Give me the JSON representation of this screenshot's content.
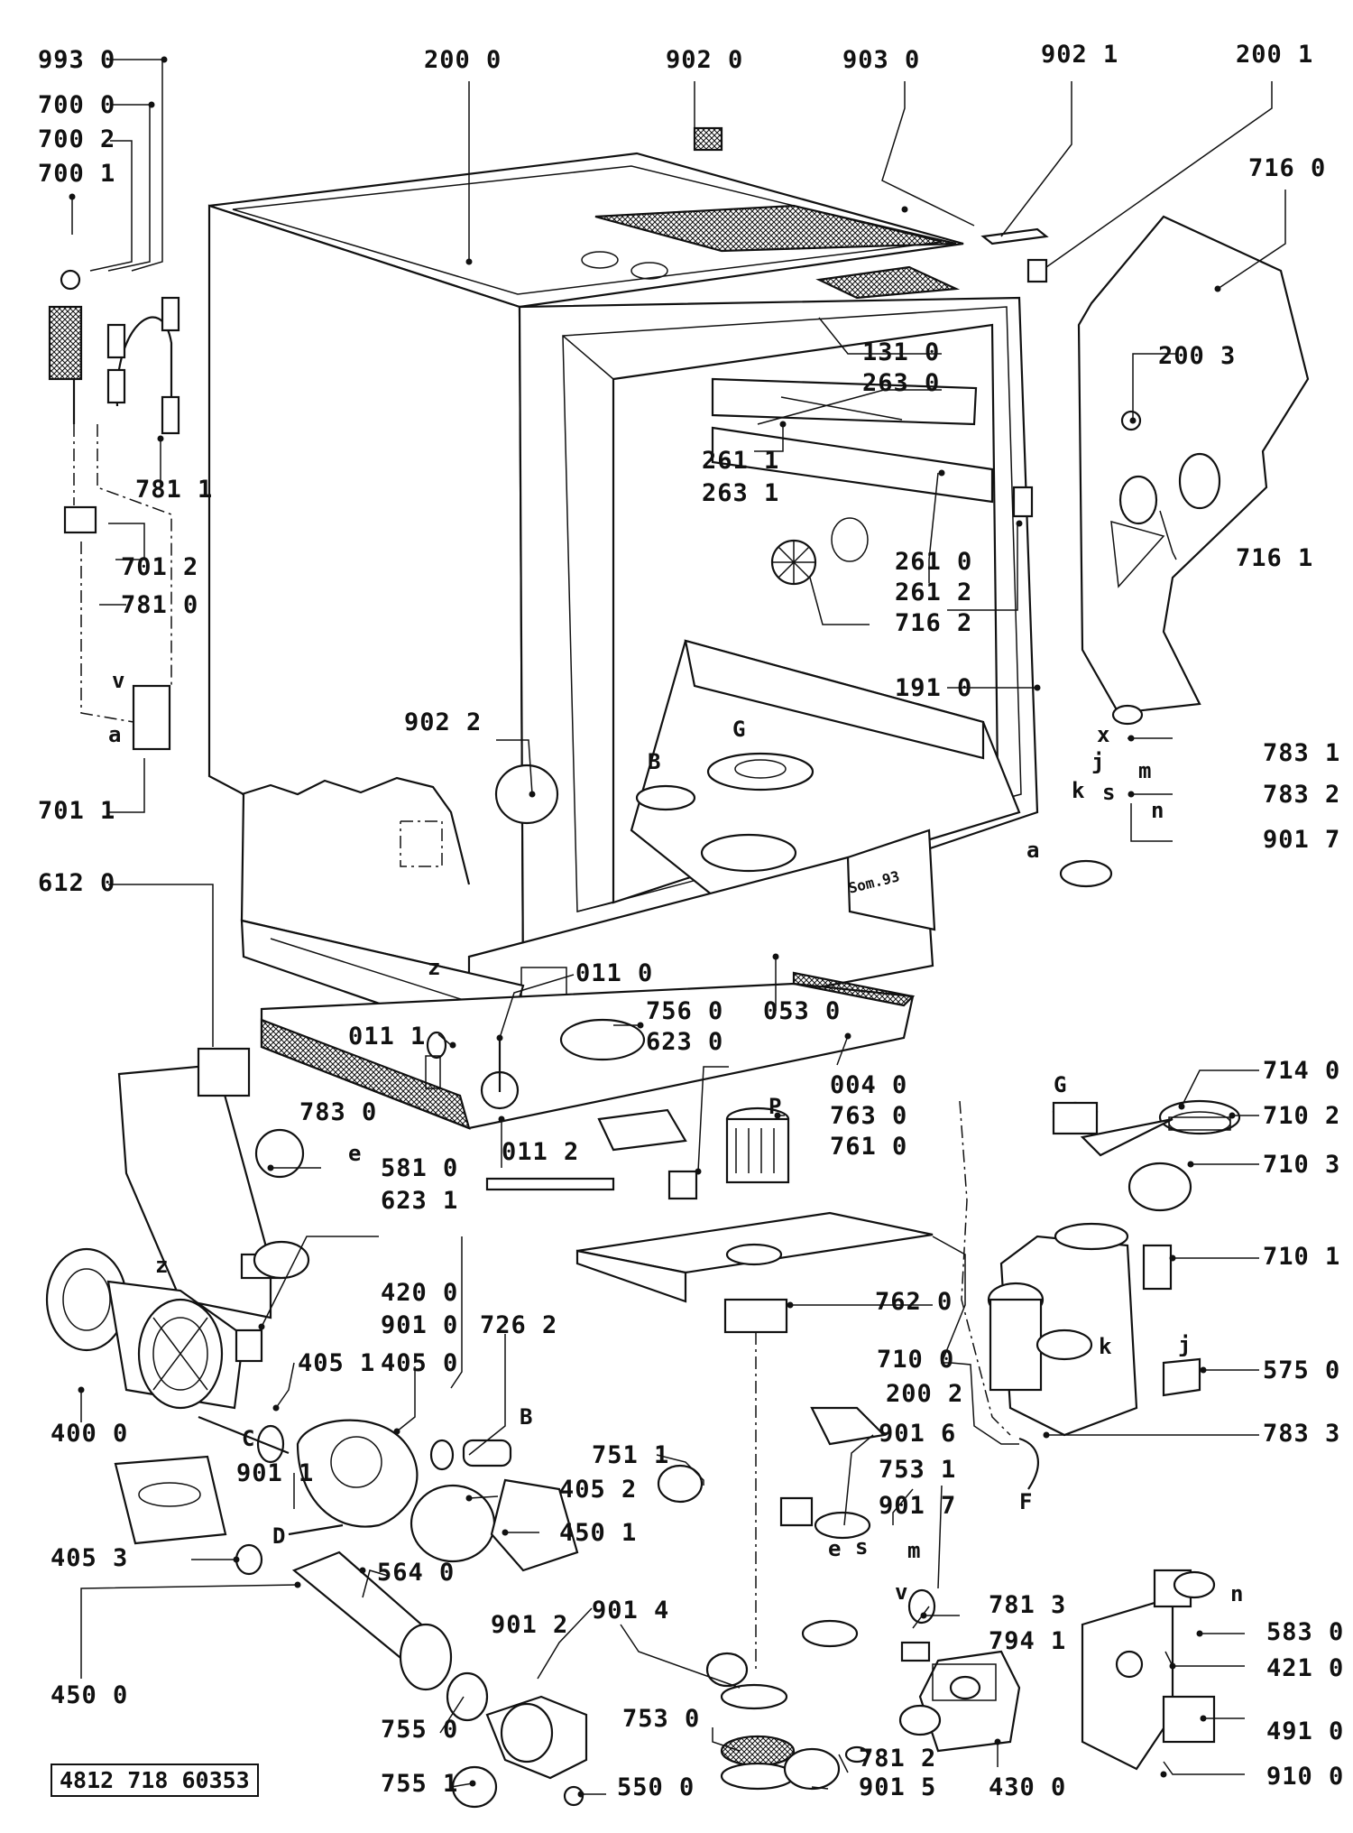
{
  "document_number": "4812 718 60353",
  "labels": {
    "p9930": "993 0",
    "p7000": "700 0",
    "p7002": "700 2",
    "p7001": "700 1",
    "p7811": "781 1",
    "p7012": "701 2",
    "p7810": "781 0",
    "p7011": "701 1",
    "p2000": "200 0",
    "p9020": "902 0",
    "p9030": "903 0",
    "p9021": "902 1",
    "p2001": "200 1",
    "p7160": "716 0",
    "p1310": "131 0",
    "p2630": "263 0",
    "p2003": "200 3",
    "p2611": "261 1",
    "p2631": "263 1",
    "p7161": "716 1",
    "p2610": "261 0",
    "p2612": "261 2",
    "p7162": "716 2",
    "p1910": "191 0",
    "p9022": "902 2",
    "p7831": "783 1",
    "p7832": "783 2",
    "p9017a": "901 7",
    "p6120": "612 0",
    "p0110": "011 0",
    "p0530": "053 0",
    "p0111": "011 1",
    "p7560": "756 0",
    "p6230": "623 0",
    "p0040": "004 0",
    "p7140": "714 0",
    "p7830": "783 0",
    "p7630": "763 0",
    "p7102": "710 2",
    "p0112": "011 2",
    "p7610": "761 0",
    "p5810": "581 0",
    "p7103": "710 3",
    "p6231": "623 1",
    "p7101": "710 1",
    "p4200": "420 0",
    "p7620": "762 0",
    "p9010": "901 0",
    "p7262": "726 2",
    "p4051": "405 1",
    "p4050": "405 0",
    "p7100": "710 0",
    "p5750": "575 0",
    "p4000": "400 0",
    "p2002": "200 2",
    "p9016": "901 6",
    "p7833": "783 3",
    "p7511": "751 1",
    "p7531": "753 1",
    "p9011": "901 1",
    "p4052": "405 2",
    "p9017b": "901 7",
    "p4501": "450 1",
    "p4053": "405 3",
    "p5640": "564 0",
    "p7813": "781 3",
    "p5830": "583 0",
    "p9014": "901 4",
    "p9012": "901 2",
    "p7941": "794 1",
    "p4210": "421 0",
    "p4500": "450 0",
    "p7550": "755 0",
    "p7530": "753 0",
    "p7812": "781 2",
    "p4910": "491 0",
    "p7551": "755 1",
    "p5500": "550 0",
    "p9015": "901 5",
    "p4300": "430 0",
    "p9100": "910 0"
  },
  "letters": {
    "v1": "v",
    "a1": "a",
    "z1": "z",
    "B1": "B",
    "G1": "G",
    "k1": "k",
    "j1": "j",
    "s1": "s",
    "m1": "m",
    "n1": "n",
    "x1": "x",
    "a2": "a",
    "e1": "e",
    "P1": "P",
    "G2": "G",
    "z2": "z",
    "B2": "B",
    "C1": "C",
    "k2": "k",
    "j2": "j",
    "F1": "F",
    "D1": "D",
    "e2": "e",
    "s2": "s",
    "m2": "m",
    "v2": "v",
    "n2": "n",
    "stamp": "Som.93"
  }
}
